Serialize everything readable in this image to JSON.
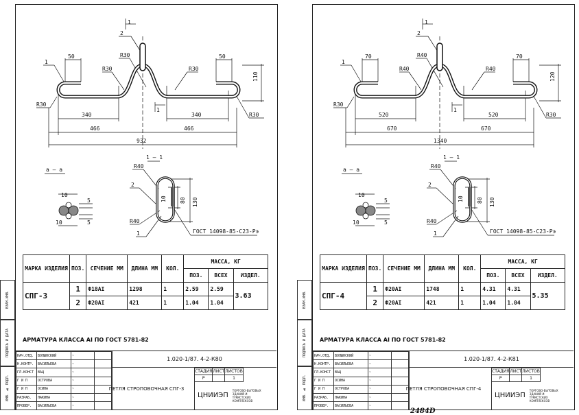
{
  "sheets": [
    {
      "drawing": {
        "pos_2": "2",
        "pos_1": "1",
        "section_mark": "1",
        "hook_len": "50",
        "hook_height": "110",
        "r_hook_left": "R30",
        "r_hook_right": "R30",
        "r_bend_left": "R30",
        "r_bend_top": "R30",
        "r_bend_right": "R30",
        "inner_len": "340",
        "half_len": "466",
        "total_len": "932",
        "section_title": "1 — 1",
        "aa_title": "а — а",
        "aa_dim_w": "10",
        "aa_dim_gap": "5",
        "sec_r_top": "R40",
        "sec_r_bot": "R40",
        "sec_dim_inner": "80",
        "sec_dim_outer": "130",
        "sec_dim_small": "10",
        "gost": "ГОСТ 14098-85-С23-Рэ"
      },
      "table": {
        "headers": {
          "mark": "МАРКА ИЗДЕЛИЯ",
          "pos": "ПОЗ.",
          "section": "СЕЧЕНИЕ ММ",
          "length": "ДЛИНА ММ",
          "qty": "КОЛ.",
          "mass": "МАССА, КГ",
          "mass_pos": "ПОЗ.",
          "mass_all": "ВСЕХ",
          "mass_item": "ИЗДЕЛ."
        },
        "mark": "СПГ-3",
        "rows": [
          {
            "pos": "1",
            "section": "Ф18АI",
            "length": "1298",
            "qty": "1",
            "mass_pos": "2.59",
            "mass_all": "2.59"
          },
          {
            "pos": "2",
            "section": "Ф20АI",
            "length": "421",
            "qty": "1",
            "mass_pos": "1.04",
            "mass_all": "1.04"
          }
        ],
        "mass_item": "3.63"
      },
      "note": "АРМАТУРА КЛАССА АI ПО ГОСТ 5781-82",
      "title_block": {
        "people": [
          {
            "role": "НАЧ.ОТД.",
            "name": "ВОЛЫНСКИЙ"
          },
          {
            "role": "Н.КОНТР.",
            "name": "ВАСИЛЬЕВА"
          },
          {
            "role": "ГЛ.КОНСТ",
            "name": "ВАЦ"
          },
          {
            "role": "Г И П",
            "name": "ОСТРОВА"
          },
          {
            "role": "Г И П",
            "name": "ОСИНА"
          },
          {
            "role": "РАЗРАБ.",
            "name": "ЛАКИНА"
          },
          {
            "role": "ПРОВЕР.",
            "name": "ВАСИЛЬЕВА"
          }
        ],
        "code": "1.020-1/87. 4-2-К80",
        "title": "ПЕТЛЯ СТРОПОВОЧНАЯ СПГ-3",
        "stage_label": "СТАДИЯ",
        "sheet_label": "ЛИСТ",
        "sheets_label": "ЛИСТОВ",
        "stage": "Р",
        "sheet": "",
        "sheets": "1",
        "org": "ЦНИИЭП",
        "org_sub": "ТОРГОВО-БЫТОВЫХ ЗДАНИЙ И ТУРИСТСКИХ КОМПЛЕКСОВ"
      }
    },
    {
      "drawing": {
        "pos_2": "2",
        "pos_1": "1",
        "section_mark": "1",
        "hook_len": "70",
        "hook_height": "120",
        "r_hook_left": "R30",
        "r_hook_right": "R30",
        "r_bend_left": "R40",
        "r_bend_top": "R40",
        "r_bend_right": "R40",
        "inner_len": "520",
        "half_len": "670",
        "total_len": "1340",
        "section_title": "1 — 1",
        "aa_title": "а — а",
        "aa_dim_w": "10",
        "aa_dim_gap": "5",
        "sec_r_top": "R40",
        "sec_r_bot": "R40",
        "sec_dim_inner": "80",
        "sec_dim_outer": "130",
        "sec_dim_small": "10",
        "gost": "ГОСТ 14098-85-С23-Рэ"
      },
      "table": {
        "headers": {
          "mark": "МАРКА ИЗДЕЛИЯ",
          "pos": "ПОЗ.",
          "section": "СЕЧЕНИЕ ММ",
          "length": "ДЛИНА ММ",
          "qty": "КОЛ.",
          "mass": "МАССА, КГ",
          "mass_pos": "ПОЗ.",
          "mass_all": "ВСЕХ",
          "mass_item": "ИЗДЕЛ."
        },
        "mark": "СПГ-4",
        "rows": [
          {
            "pos": "1",
            "section": "Ф20АI",
            "length": "1748",
            "qty": "1",
            "mass_pos": "4.31",
            "mass_all": "4.31"
          },
          {
            "pos": "2",
            "section": "Ф20АI",
            "length": "421",
            "qty": "1",
            "mass_pos": "1.04",
            "mass_all": "1.04"
          }
        ],
        "mass_item": "5.35"
      },
      "note": "АРМАТУРА КЛАССА АI ПО ГОСТ 5781-82",
      "title_block": {
        "people": [
          {
            "role": "НАЧ.ОТД.",
            "name": "ВОЛЫНСКИЙ"
          },
          {
            "role": "Н.КОНТР.",
            "name": "ВАСИЛЬЕВА"
          },
          {
            "role": "ГЛ.КОНСТ",
            "name": "ВАЦ"
          },
          {
            "role": "Г И П",
            "name": "ОСИНА"
          },
          {
            "role": "Г И П",
            "name": "ОСТРОВА"
          },
          {
            "role": "РАЗРАБ.",
            "name": "ЛАКИНА"
          },
          {
            "role": "ПРОВЕР.",
            "name": "ВАСИЛЬЕВА"
          }
        ],
        "code": "1.020-1/87. 4-2-К81",
        "title": "ПЕТЛЯ СТРОПОВОЧНАЯ СПГ-4",
        "stage_label": "СТАДИЯ",
        "sheet_label": "ЛИСТ",
        "sheets_label": "ЛИСТОВ",
        "stage": "Р",
        "sheet": "",
        "sheets": "1",
        "org": "ЦНИИЭП",
        "org_sub": "ТОРГОВО-БЫТОВЫХ ЗДАНИЙ И ТУРИСТСКИХ КОМПЛЕКСОВ"
      }
    }
  ],
  "margin_stamps": {
    "replace_inv": "ВЗАМ.ИНВ.",
    "sign_date": "ПОДПИСЬ И ДАТА",
    "orig_inv": "ИНВ. № ПОДЛ."
  },
  "handwritten": "2484D"
}
